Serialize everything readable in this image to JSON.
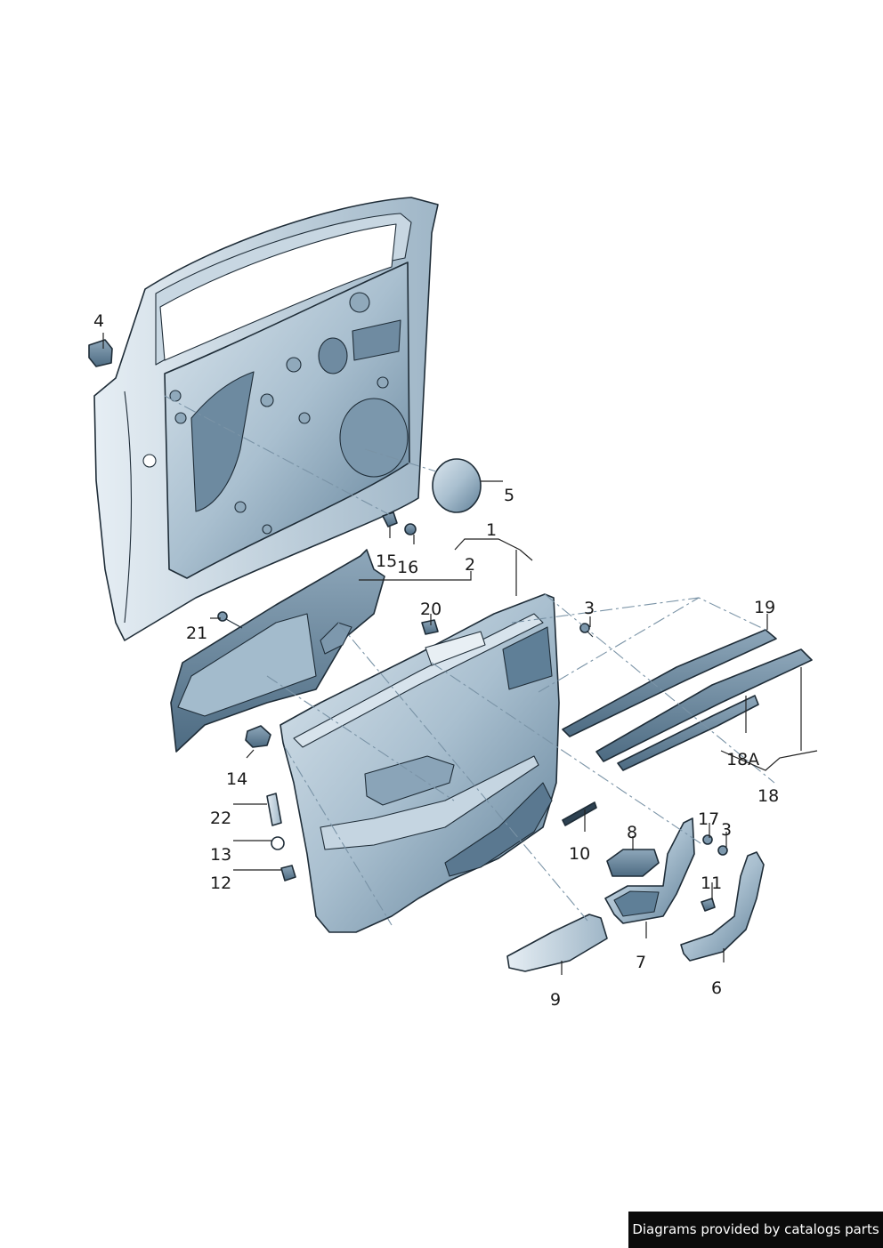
{
  "credit": "Diagrams provided by catalogs parts",
  "callouts": [
    "1",
    "2",
    "3",
    "3",
    "4",
    "5",
    "6",
    "7",
    "8",
    "9",
    "10",
    "11",
    "12",
    "13",
    "14",
    "15",
    "16",
    "17",
    "18",
    "18A",
    "19",
    "20",
    "21",
    "22"
  ],
  "colors": {
    "part_fill": "#b9cbd8",
    "part_fill_dark": "#6f8ea6",
    "outline": "#1f2d38",
    "callout_text": "#1a1a1a",
    "credit_bg": "#0b0b0b"
  }
}
